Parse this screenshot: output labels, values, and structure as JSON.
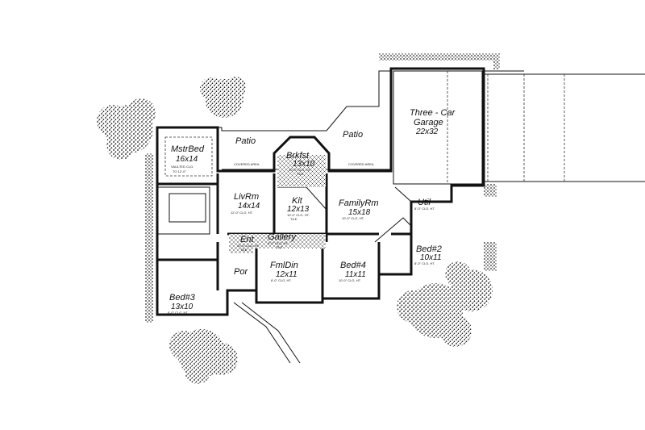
{
  "rooms": {
    "master": {
      "name": "MstrBed",
      "size": "16x14",
      "note1": "VAULTED CLG.",
      "note2": "TO 12'-0\""
    },
    "living": {
      "name": "LivRm",
      "size": "14x14",
      "note": "12'-0\" CLG. HT."
    },
    "kitchen": {
      "name": "Kit",
      "size": "12x13",
      "note1": "10'-0\" CLG. HT.",
      "note2": "TILE"
    },
    "breakfast": {
      "name": "Brkfst",
      "size": "13x10",
      "note1": "10'-0\" CLG. HT.",
      "note2": "TILE"
    },
    "family": {
      "name": "FamilyRm",
      "size": "15x18",
      "note": "10'-0\" CLG. HT."
    },
    "garage": {
      "name1": "Three - Car",
      "name2": "Garage",
      "size": "22x32"
    },
    "utility": {
      "name": "Util",
      "note": "8'-0\" CLG. HT."
    },
    "bed2": {
      "name": "Bed#2",
      "size": "10x11",
      "note": "8'-0\" CLG. HT."
    },
    "bed3": {
      "name": "Bed#3",
      "size": "13x10",
      "note": "8'-0\" CLG. HT."
    },
    "bed4": {
      "name": "Bed#4",
      "size": "11x11",
      "note": "10'-0\" CLG. HT."
    },
    "dining": {
      "name": "FmlDin",
      "size": "12x11",
      "note": "8'-0\" CLG. HT."
    },
    "entry": {
      "name": "Ent",
      "note1": "10'-0\" CLG. HT.",
      "note2": "TILE"
    },
    "gallery": {
      "name": "Gallery",
      "note1": "8'-0\" CLG. HT.",
      "note2": "TILE"
    },
    "porch": {
      "name": "Por"
    }
  },
  "outdoor": {
    "patio_left": "Patio",
    "patio_right": "Patio",
    "covered_left": "COVERED AREA",
    "covered_right": "COVERED AREA"
  }
}
